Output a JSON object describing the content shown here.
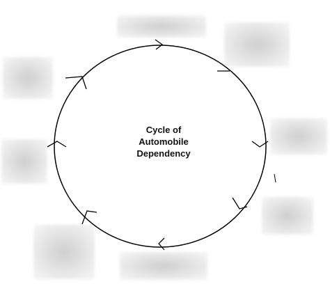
{
  "title_lines": [
    "Cycle of",
    "Automobile",
    "Dependency"
  ],
  "placeholders": [
    "label-1",
    "label-2",
    "label-3",
    "label-4",
    "label-5",
    "label-6",
    "label-7",
    "label-8"
  ],
  "colors": {
    "stroke": "#000000",
    "placeholder": "#d9d9d9"
  }
}
